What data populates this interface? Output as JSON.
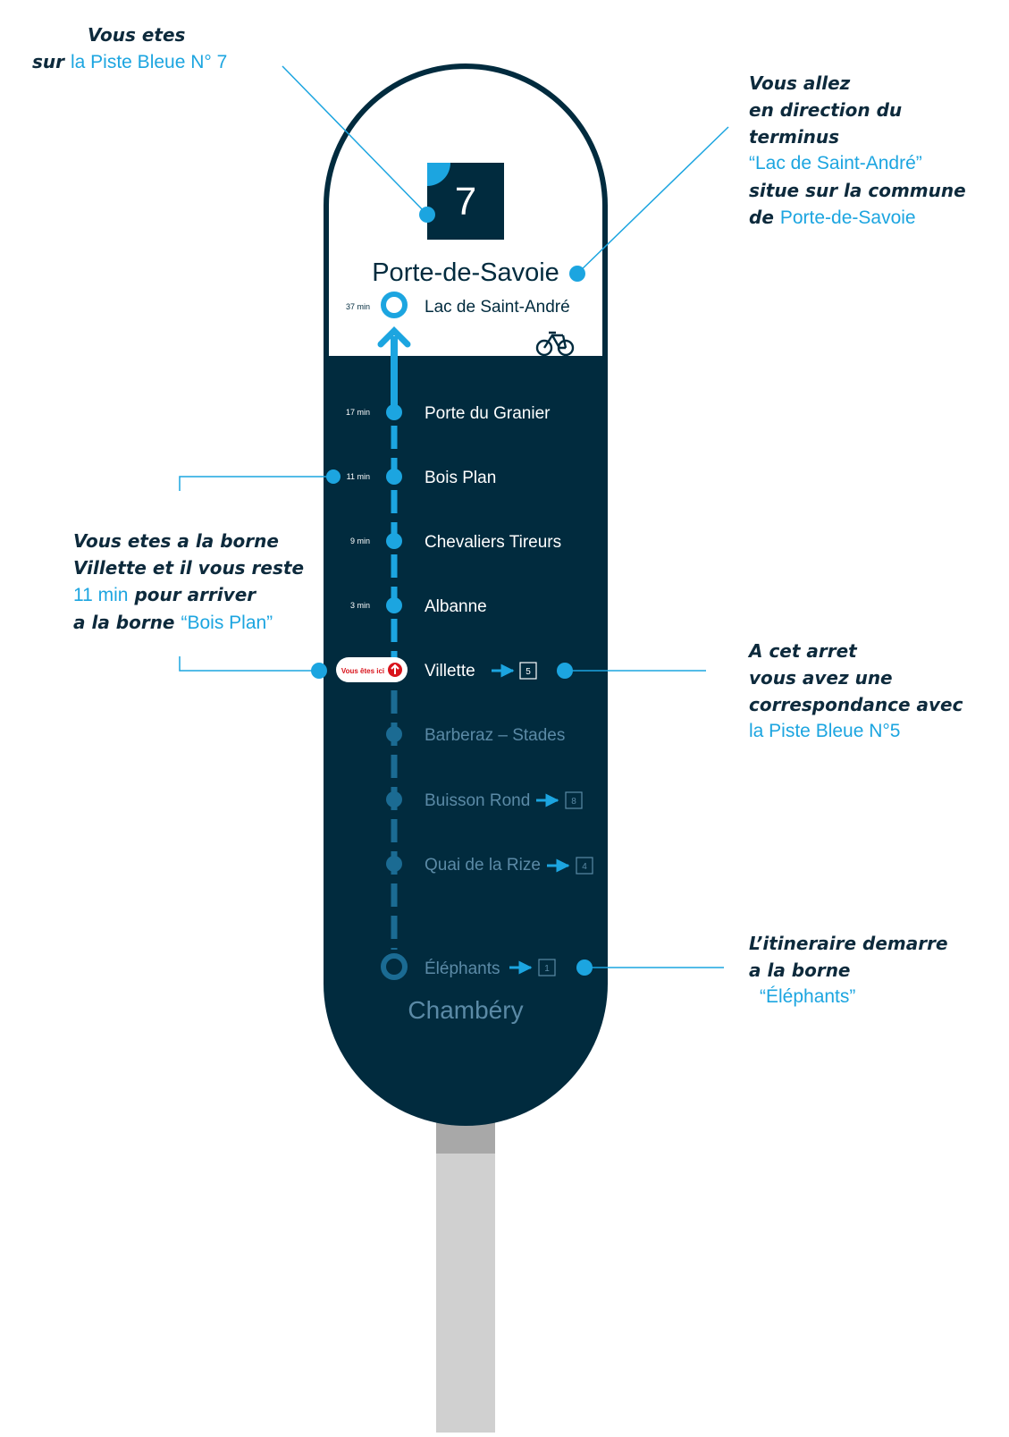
{
  "colors": {
    "navy": "#012b3e",
    "accent": "#1ca5e0",
    "muted": "#5b8aa6",
    "red": "#d9141c",
    "pole": "#d0d0d0"
  },
  "sign": {
    "route_number": "7",
    "commune": "Porte-de-Savoie",
    "commune_bottom": "Chambéry",
    "bike_icon": "bicycle-icon",
    "you_are_here": "Vous êtes ici",
    "stops": [
      {
        "name": "Lac de Saint-André",
        "time": "37 min",
        "type": "terminus-end",
        "state": "upcoming",
        "connection": ""
      },
      {
        "name": "Porte du Granier",
        "time": "17 min",
        "type": "stop",
        "state": "upcoming",
        "connection": ""
      },
      {
        "name": "Bois Plan",
        "time": "11 min",
        "type": "stop",
        "state": "upcoming",
        "connection": ""
      },
      {
        "name": "Chevaliers Tireurs",
        "time": "9 min",
        "type": "stop",
        "state": "upcoming",
        "connection": ""
      },
      {
        "name": "Albanne",
        "time": "3 min",
        "type": "stop",
        "state": "upcoming",
        "connection": ""
      },
      {
        "name": "Villette",
        "time": "",
        "type": "current",
        "state": "current",
        "connection": "5"
      },
      {
        "name": "Barberaz – Stades",
        "time": "",
        "type": "stop",
        "state": "past",
        "connection": ""
      },
      {
        "name": "Buisson Rond",
        "time": "",
        "type": "stop",
        "state": "past",
        "connection": "8"
      },
      {
        "name": "Quai de la Rize",
        "time": "",
        "type": "stop",
        "state": "past",
        "connection": "4"
      },
      {
        "name": "Éléphants",
        "time": "",
        "type": "terminus-start",
        "state": "past",
        "connection": "1"
      }
    ]
  },
  "annotations": {
    "route": {
      "line1": "Vous etes",
      "line2_pre": "sur",
      "line2_hl": "la Piste Bleue N° 7"
    },
    "direction": {
      "line1": "Vous allez",
      "line2": "en direction du",
      "line3": "terminus",
      "line4_hl": "“Lac de Saint-André”",
      "line5": "situe sur la commune",
      "line6_pre": "de",
      "line6_hl": "Porte-de-Savoie"
    },
    "position": {
      "line1": "Vous etes a la borne",
      "line2": "Villette et il vous reste",
      "line3_hl": "11 min",
      "line3_post": "pour arriver",
      "line4_pre": "a la borne",
      "line4_hl": "“Bois Plan”"
    },
    "connection": {
      "line1": "A cet arret",
      "line2": "vous avez une",
      "line3": "correspondance avec",
      "line4_hl": "la Piste Bleue N°5"
    },
    "start": {
      "line1": "L’itineraire demarre",
      "line2": "a la borne",
      "line3_hl": "“Éléphants”"
    }
  }
}
